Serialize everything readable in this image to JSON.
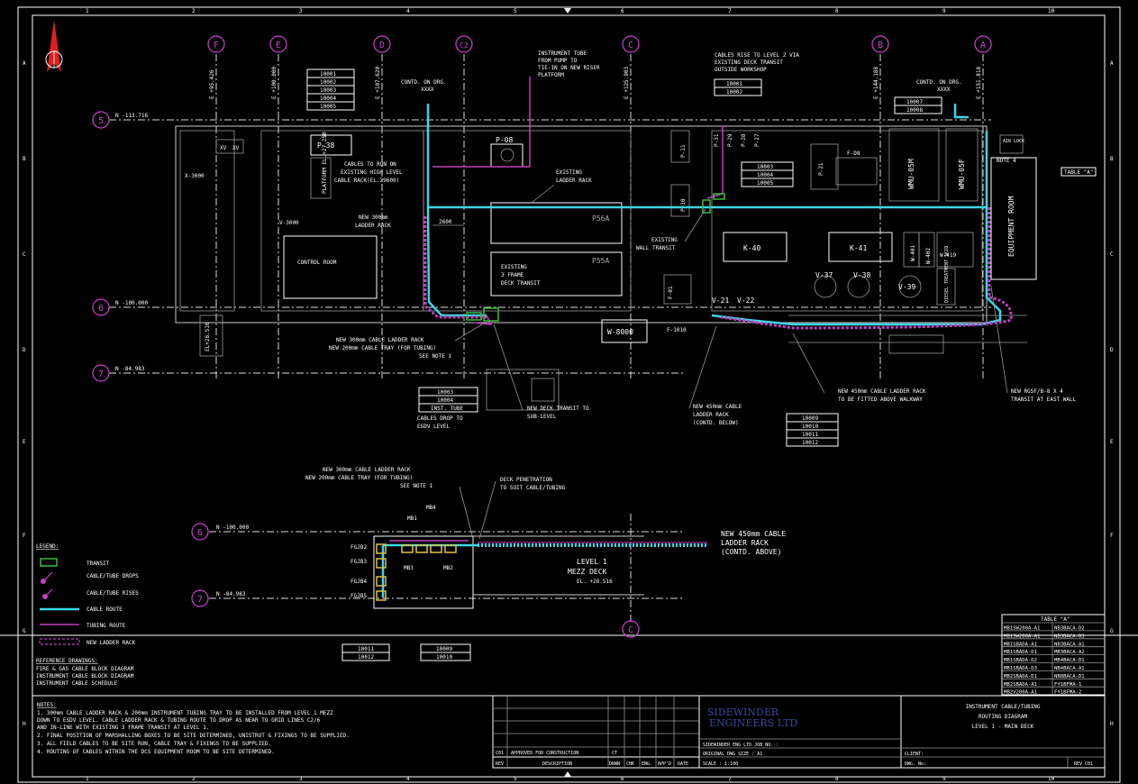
{
  "border": {
    "top_numbers": [
      "1",
      "2",
      "3",
      "4",
      "5",
      "6",
      "7",
      "8",
      "9",
      "10"
    ],
    "side_letters": [
      "A",
      "B",
      "C",
      "D",
      "E",
      "F",
      "G",
      "H"
    ]
  },
  "gridlines": {
    "columns": [
      {
        "id": "F",
        "coord": "E +95.426"
      },
      {
        "id": "E",
        "coord": "E +100.000"
      },
      {
        "id": "D",
        "coord": "E +107.620"
      },
      {
        "id": "C2",
        "coord": ""
      },
      {
        "id": "C",
        "coord": "E +125.903"
      },
      {
        "id": "B",
        "coord": "E +144.188"
      },
      {
        "id": "A",
        "coord": "E +151.818"
      }
    ],
    "rows": [
      {
        "id": "5",
        "coord": "N -113.716"
      },
      {
        "id": "6",
        "coord": "N -100.000"
      },
      {
        "id": "7",
        "coord": "N -84.983"
      }
    ],
    "lower_rows": [
      {
        "id": "6",
        "coord": "N -100.000"
      },
      {
        "id": "7",
        "coord": "N -84.983"
      }
    ],
    "lower_column": "C"
  },
  "cable_tables": {
    "t1": [
      "10001",
      "10002",
      "10003",
      "10004",
      "10005"
    ],
    "t2": [
      "10001",
      "10002"
    ],
    "t3": [
      "10007",
      "10008"
    ],
    "t4": [
      "10003",
      "10004",
      "10005"
    ],
    "t5": [
      "10003",
      "10004",
      "INST. TUBE"
    ],
    "t6": [
      "10009",
      "10010",
      "10011",
      "10012"
    ],
    "t7": [
      "10011",
      "10012"
    ],
    "t8": [
      "10009",
      "10010"
    ]
  },
  "equipment": {
    "p38": "P-38",
    "platform": "PLATFORM EL.+27.250",
    "p08": "P-08",
    "p56a": "P56A",
    "p55a": "P55A",
    "p11": "P-11",
    "p10": "P-10",
    "p31": "P-31",
    "p29": "P-29",
    "p28": "P-28",
    "p27": "P-27",
    "p21": "P-21",
    "fd8": "F-D8",
    "wmu05m": "WMU-05M",
    "wmu05f": "WMU-05F",
    "airlock": "AIR LOCK",
    "equip_room": "EQUIPMENT ROOM",
    "k40": "K-40",
    "k41": "K-41",
    "w401": "W-401",
    "w402": "W-402",
    "w419": "W-419",
    "diesel": "DIESEL TREATMENT SKID",
    "v37": "V-37",
    "v38": "V-38",
    "v39": "V-39",
    "v21": "V-21",
    "v22": "V-22",
    "f01": "F-01",
    "w8000": "W-8000",
    "f1010": "F-1010",
    "control": "CONTROL ROOM",
    "v3000": "V-3000",
    "x3000": "X-3000",
    "xv1": "XV",
    "xv2": "XV",
    "el": "EL+28.516"
  },
  "annotations": {
    "contd_left": "CONTD. ON DRG.",
    "contd_left2": "XXXX",
    "contd_right": "CONTD. ON DRG.",
    "contd_right2": "XXXX",
    "inst_tube": [
      "INSTRUMENT TUBE",
      "FROM PUMP TO",
      "TIE-IN ON NEW RISER",
      "PLATFORM"
    ],
    "cables_rise": [
      "CABLES RISE TO LEVEL 2 VIA",
      "EXISTING DECK TRANSIT",
      "OUTSIDE WORKSHOP"
    ],
    "cables_run": [
      "CABLES TO RUN ON",
      "EXISTING HIGH LEVEL",
      "CABLE RACK(EL.29600)"
    ],
    "new300": [
      "NEW 300mm",
      "LADDER RACK"
    ],
    "dim2600": "2600",
    "exist_ladder": [
      "EXISTING",
      "LADDER RACK"
    ],
    "exist_deck": [
      "EXISTING",
      "3 FRAME",
      "DECK TRANSIT"
    ],
    "exist_wall": [
      "EXISTING",
      "WALL TRANSIT"
    ],
    "note4": "NOTE 4",
    "table_a_ref": "TABLE \"A\"",
    "new300_tray": [
      "NEW 300mm CABLE LADDER RACK",
      "NEW 200mm CABLE TRAY (FOR TUBING)",
      "SEE NOTE 1"
    ],
    "cables_drop": [
      "CABLES DROP TO",
      "ESDV LEVEL"
    ],
    "new_deck": [
      "NEW DECK TRANSIT TO",
      "SUB-LEVEL"
    ],
    "new450": [
      "NEW 450mm CABLE",
      "LADDER RACK",
      "(CONTD. BELOW)"
    ],
    "new450_walk": [
      "NEW 450mm CABLE LADDER RACK",
      "TO BE FITTED ABOVE WALKWAY"
    ],
    "new_rgsf": [
      "NEW RGSF/B-8 X 4",
      "TRANSIT AT EAST WALL"
    ],
    "lower_tray": [
      "NEW 300mm CABLE LADDER RACK",
      "NEW 200mm CABLE TRAY (FOR TUBING)",
      "SEE NOTE 1"
    ],
    "deck_pen": [
      "DECK PENETRATION",
      "TO SUIT CABLE/TUBING"
    ],
    "new450_lower": [
      "NEW 450mm CABLE",
      "LADDER RACK",
      "(CONTD. ABOVE)"
    ],
    "level1": [
      "LEVEL 1",
      "MEZZ DECK",
      "EL. +28.516"
    ],
    "mb": [
      "MB1",
      "MB4",
      "MB3",
      "MB2"
    ],
    "fgjb": [
      "FGJB2",
      "FGJB3",
      "FGJB4",
      "FGJB5"
    ],
    "level_label": "EL.+28.516"
  },
  "legend": {
    "title": "LEGEND:",
    "items": [
      "TRANSIT",
      "CABLE/TUBE DROPS",
      "CABLE/TUBE RISES",
      "CABLE ROUTE",
      "TUBING ROUTE",
      "NEW LADDER RACK"
    ],
    "colors": {
      "cable": "#3cd6e6",
      "tubing": "#c040c0",
      "transit": "#3dbb3d"
    }
  },
  "references": {
    "title": "REFERENCE DRAWINGS:",
    "items": [
      "FIRE & GAS CABLE BLOCK DIAGRAM",
      "INSTRUMENT CABLE BLOCK DIAGRAM",
      "INSTRUMENT CABLE SCHEDULE"
    ]
  },
  "table_a": {
    "title": "TABLE \"A\"",
    "rows": [
      [
        "MB1SW200A-A1",
        "NB3BACA-D2"
      ],
      [
        "MB1SW200A-A1",
        "NB3BACA-D3"
      ],
      [
        "MB1SBADA-A1",
        "NB3BACA-A1"
      ],
      [
        "MB1SBADA-D1",
        "MB3BACA-A2"
      ],
      [
        "MB1SBADA-D2",
        "MB4BACA-D1"
      ],
      [
        "MB1SBADA-D3",
        "NB4BACA-A1"
      ],
      [
        "MB2SBADA-D1",
        "NB8BACA-D1"
      ],
      [
        "MB2SBADA-A1",
        "FY1BFMA-1"
      ],
      [
        "MB2V200A-A1",
        "FY1BFMA-2"
      ]
    ]
  },
  "notes": {
    "title": "NOTES:",
    "items": [
      "1. 300mm CABLE LADDER RACK & 200mm INSTRUMENT TUBING TRAY TO BE INSTALLED FROM LEVEL 1 MEZZ",
      "   DOWN TO ESDV LEVEL. CABLE LADDER RACK & TUBING ROUTE TO DROP AS NEAR TO GRID LINES C2/6",
      "   AND IN-LINE WITH EXISTING 3 FRAME TRANSIT AT LEVEL 1.",
      "2. FINAL POSITION OF MARSHALLING BOXES TO BE SITE DETERMINED, UNISTRUT & FIXINGS TO BE SUPPLIED.",
      "3. ALL FIELD CABLES TO BE SITE RUN, CABLE TRAY & FIXINGS TO BE SUPPLIED.",
      "4. ROUTING OF CABLES WITHIN THE DCS EQUIPMENT ROOM TO BE SITE DETERMINED."
    ]
  },
  "revision": {
    "row": [
      "C01",
      "APPROVED FOR CONSTRUCTION",
      "CT",
      "",
      "",
      "",
      ""
    ],
    "headers": [
      "REV",
      "DESCRIPTION",
      "DRWN",
      "CHK",
      "ENG.",
      "APP'D",
      "DATE"
    ]
  },
  "title_block": {
    "company": [
      "SIDEWINDER",
      "ENGINEERS LTD"
    ],
    "job": "SIDEWINDER ENG LTD JOB NO. :",
    "orig_size": "ORIGINAL DWG SIZE : A1",
    "scale": "SCALE : 1:100",
    "title": [
      "INSTRUMENT CABLE/TUBING",
      "ROUTING DIAGRAM",
      "LEVEL 1 - MAIN DECK"
    ],
    "client": "CLIENT:",
    "dwg": "DWG. No:",
    "rev": "REV C01"
  }
}
